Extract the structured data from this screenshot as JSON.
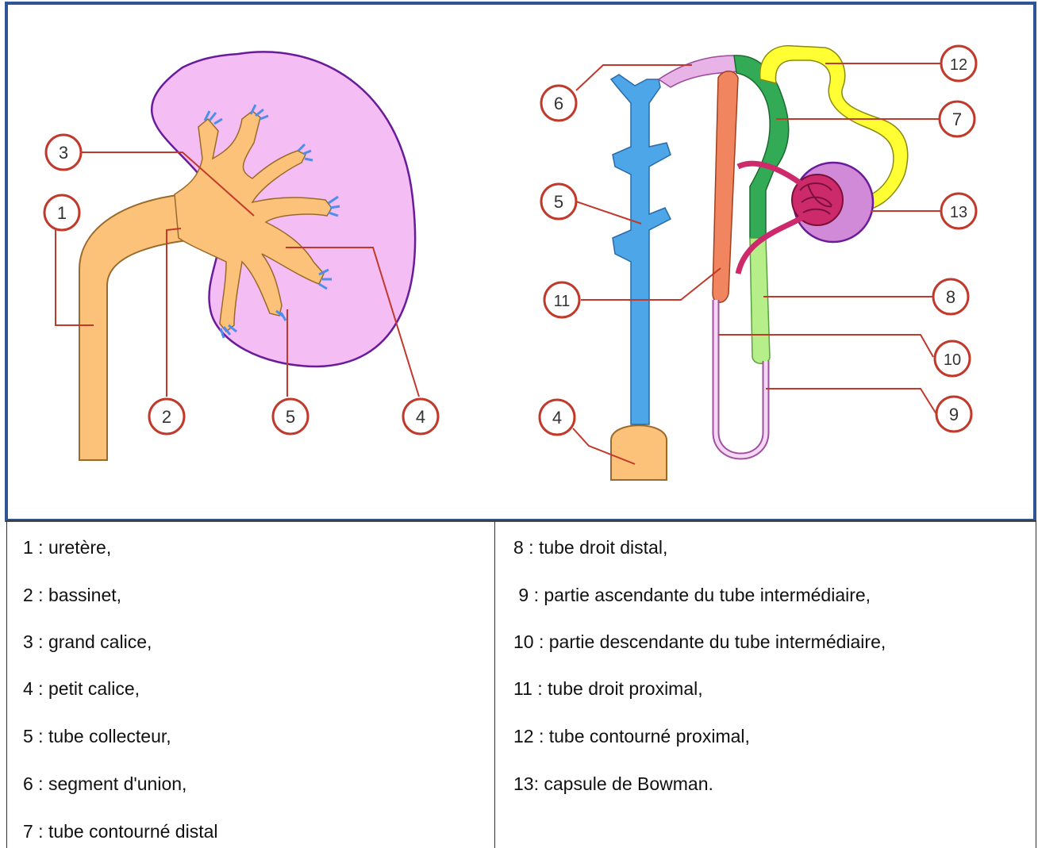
{
  "diagram": {
    "kidney_callouts": [
      "3",
      "1",
      "2",
      "5",
      "4"
    ],
    "nephron_callouts": [
      "6",
      "5",
      "11",
      "4",
      "12",
      "7",
      "13",
      "8",
      "10",
      "9"
    ],
    "colors": {
      "frame": "#2f5597",
      "kidney": "#f4bdf4",
      "pelvis": "#fcc27a",
      "collecting_duct": "#4da6e8",
      "distal_convoluted": "#ffff33",
      "distal_straight": "#33aa55",
      "proximal_straight": "#f08560",
      "glomerulus": "#cc2a6a",
      "leader": "#c0392b"
    }
  },
  "legend": {
    "left": [
      "1 : uretère,",
      "2 : bassinet,",
      "3 : grand calice,",
      "4 : petit calice,",
      "5 : tube collecteur,",
      "6 : segment d'union,",
      "7 : tube contourné distal"
    ],
    "right": [
      "8 : tube droit distal,",
      " 9 : partie ascendante du tube intermédiaire,",
      "10 : partie descendante du tube intermédiaire,",
      "11 : tube droit proximal,",
      "12 : tube contourné proximal,",
      "13: capsule de Bowman."
    ]
  }
}
